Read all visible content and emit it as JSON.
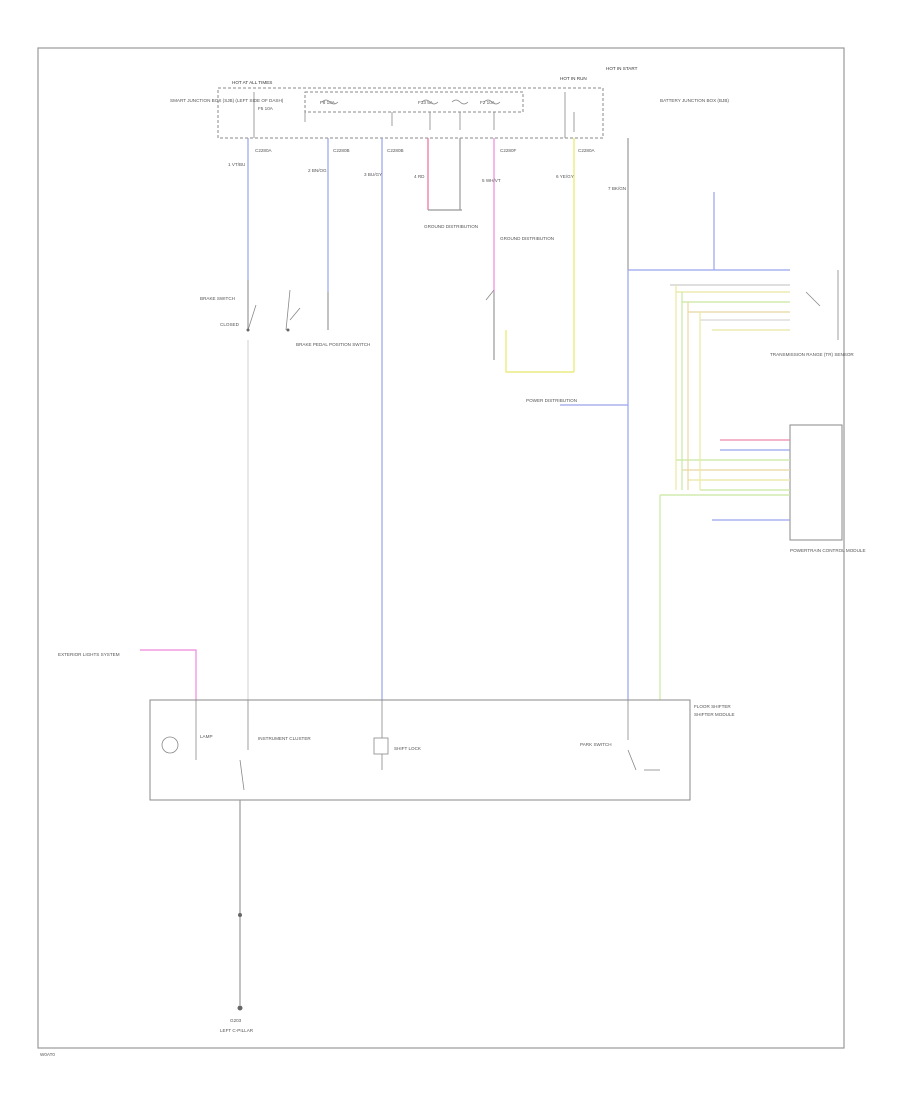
{
  "diagram": {
    "fuse_box": {
      "title": "HOT AT ALL TIMES",
      "title_right": "HOT IN RUN",
      "title_far_right": "HOT IN START",
      "left_label": "SMART JUNCTION BOX (SJB) (LEFT SIDE OF DASH)",
      "right_label": "BATTERY JUNCTION BOX (BJB)",
      "fuses": [
        "F5 10A",
        "F8 10A",
        "F33 5A",
        "F2 10A"
      ],
      "connectors": [
        "C2280A",
        "C2280B",
        "C2280B",
        "C2280F",
        "C2280A"
      ]
    },
    "labels": {
      "brake_switch": "BRAKE SWITCH",
      "brake_closed": "CLOSED",
      "pcm_switch": "BRAKE PEDAL POSITION SWITCH",
      "ground_ref": "GROUND DISTRIBUTION",
      "ground_dist": "GROUND DISTRIBUTION",
      "trans_range": "TRANSMISSION RANGE (TR) SENSOR",
      "pcm": "POWERTRAIN CONTROL MODULE",
      "power_dist": "POWER DISTRIBUTION",
      "exterior_lights": "EXTERIOR LIGHTS SYSTEM",
      "cluster": "INSTRUMENT CLUSTER",
      "cluster_lamp": "LAMP",
      "shift_lock": "SHIFT LOCK",
      "park_switch": "PARK SWITCH",
      "floor_cluster": "FLOOR SHIFTER",
      "shifter_module": "SHIFTER MODULE",
      "g_node": "G203",
      "g_text": "LEFT C-PILLAR",
      "footer": "W0AT0"
    },
    "wire_codes": {
      "w1": "1 VT/BU",
      "w2": "2 BN/OG",
      "w3": "3 BU/GY",
      "w4": "4 RD",
      "w5": "5 WH/VT",
      "w6": "6 YE/GY",
      "w7": "7 BK/GN"
    }
  }
}
